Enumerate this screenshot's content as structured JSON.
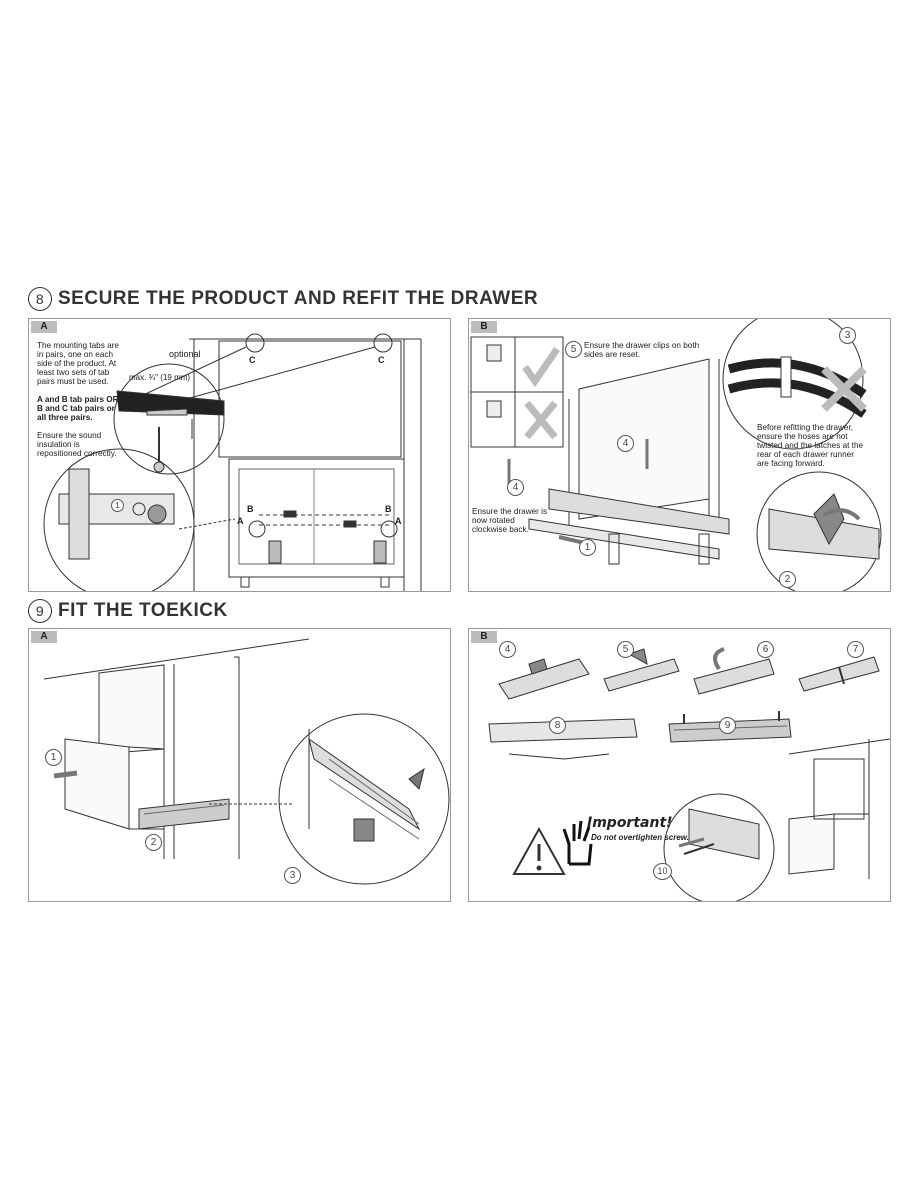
{
  "section8": {
    "number": "8",
    "title": "SECURE THE PRODUCT AND REFIT THE DRAWER",
    "panelA": {
      "tag": "A",
      "note1": "The mounting tabs are in pairs, one on each side of the product. At least two sets of tab pairs must be used.",
      "note2": "A and B tab pairs OR B and C tab pairs or all three pairs.",
      "note3": "Ensure the sound insulation is repositioned correctly.",
      "optional": "optional",
      "max": "max. ¾\" (19 mm)",
      "labels": {
        "c": "C",
        "b": "B",
        "a": "A"
      },
      "step": "1"
    },
    "panelB": {
      "tag": "B",
      "clips_note": "Ensure the drawer clips on both sides are reset.",
      "hoses_note": "Before refitting the drawer, ensure the hoses are not twisted and the latches at the rear of each drawer runner are facing forward.",
      "rotate_note": "Ensure the drawer is now rotated clockwise back.",
      "steps": [
        "1",
        "2",
        "3",
        "4",
        "4",
        "5"
      ]
    }
  },
  "section9": {
    "number": "9",
    "title": "FIT THE TOEKICK",
    "panelA": {
      "tag": "A",
      "steps": [
        "1",
        "2",
        "3"
      ]
    },
    "panelB": {
      "tag": "B",
      "steps": [
        "4",
        "5",
        "6",
        "7",
        "8",
        "9",
        "10"
      ],
      "important": "Important!",
      "important_sub": "Do not overtighten screw."
    }
  }
}
